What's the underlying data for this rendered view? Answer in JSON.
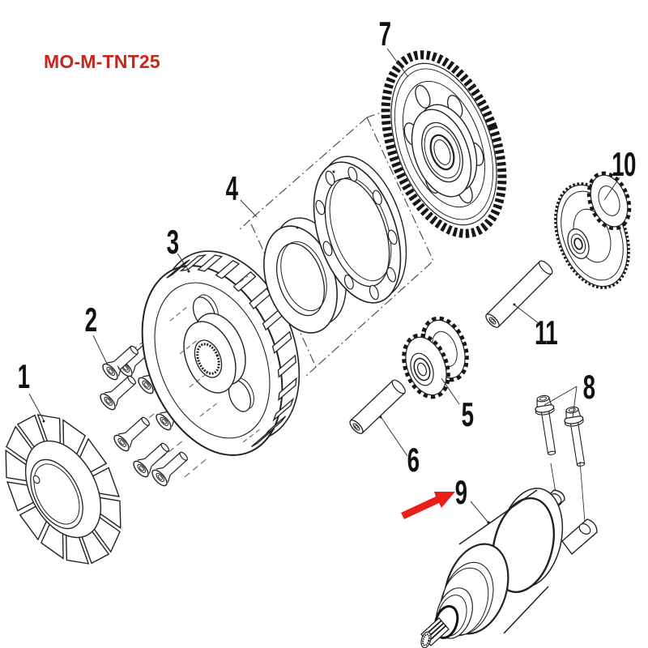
{
  "diagram": {
    "code": "MO-M-TNT25",
    "callouts": [
      "1",
      "2",
      "3",
      "4",
      "5",
      "6",
      "7",
      "8",
      "9",
      "10",
      "11"
    ],
    "icons": {
      "pointer": "red-pointer-arrow"
    },
    "colors": {
      "background": "#ffffff",
      "line": "#222222",
      "teeth": "#161616",
      "label_text": "#111111",
      "code_text": "#c8251d",
      "arrow_red": "#e92019"
    }
  }
}
